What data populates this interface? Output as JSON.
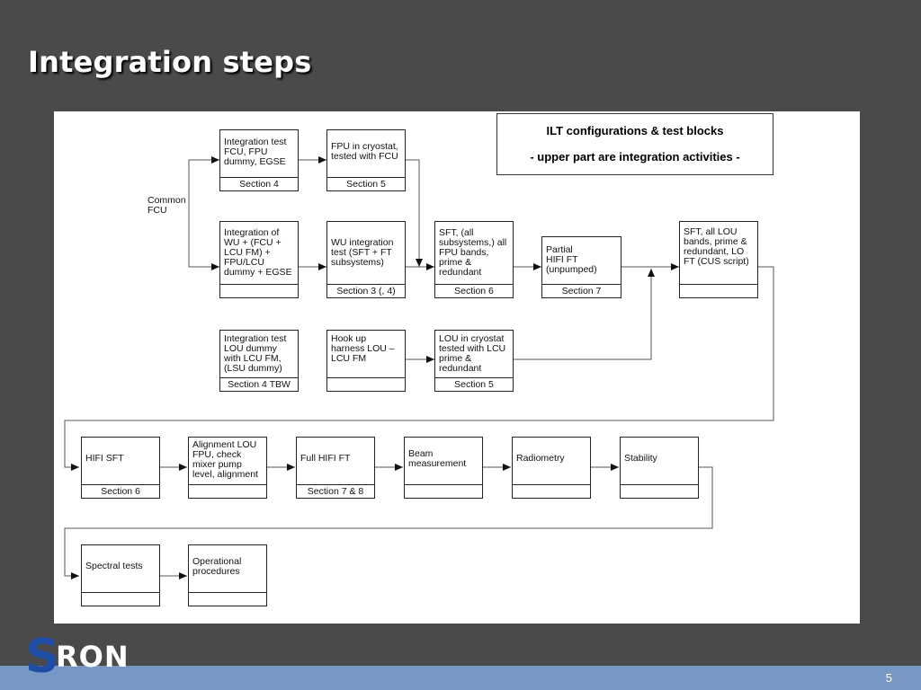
{
  "slide": {
    "title": "Integration steps",
    "page_number": "5"
  },
  "logo": {
    "initial": "S",
    "rest": "RON",
    "full_text": "SRON"
  },
  "legend": {
    "line1": "ILT configurations & test blocks",
    "line2": "- upper part are integration activities -"
  },
  "common_fcu_label": "Common\nFCU",
  "blocks": {
    "int_test_fcu": {
      "text": "Integration test\nFCU, FPU\ndummy, EGSE",
      "section": "Section 4"
    },
    "fpu_in_cryostat": {
      "text": "FPU in cryostat,\ntested with FCU",
      "section": "Section 5"
    },
    "int_wu": {
      "text": "Integration of\nWU + (FCU +\nLCU FM) +\nFPU/LCU\ndummy + EGSE",
      "section": ""
    },
    "wu_int_test": {
      "text": "WU integration\ntest (SFT + FT\nsubsystems)",
      "section": "Section 3 (, 4)"
    },
    "sft_all_subsystems": {
      "text": "SFT, (all\nsubsystems,) all\nFPU bands,\nprime &\nredundant",
      "section": "Section 6"
    },
    "partial_hifi_ft": {
      "text": "Partial\nHIFI FT\n(unpumped)",
      "section": "Section 7"
    },
    "sft_all_lou": {
      "text": "SFT, all LOU\nbands, prime &\nredundant, LO\nFT (CUS script)",
      "section": ""
    },
    "int_test_lou": {
      "text": "Integration test\nLOU dummy\nwith LCU FM,\n(LSU dummy)",
      "section": "Section 4 TBW"
    },
    "hook_up_harness": {
      "text": "Hook up\nharness LOU –\nLCU FM",
      "section": ""
    },
    "lou_in_cryostat": {
      "text": "LOU in cryostat\ntested with LCU\nprime &\nredundant",
      "section": "Section 5"
    },
    "hifi_sft": {
      "text": "HIFI SFT",
      "section": "Section 6"
    },
    "alignment_lou": {
      "text": "Alignment LOU\nFPU, check\nmixer pump\nlevel, alignment",
      "section": ""
    },
    "full_hifi_ft": {
      "text": "Full HIFI FT",
      "section": "Section 7 & 8"
    },
    "beam_measurement": {
      "text": "Beam\nmeasurement",
      "section": ""
    },
    "radiometry": {
      "text": "Radiometry",
      "section": ""
    },
    "stability": {
      "text": "Stability",
      "section": ""
    },
    "spectral_tests": {
      "text": "Spectral tests",
      "section": ""
    },
    "operational_procedures": {
      "text": "Operational\nprocedures",
      "section": ""
    }
  },
  "colors": {
    "background": "#4a4a4a",
    "canvas": "#ffffff",
    "footer_bar": "#7797c4",
    "logo_blue": "#1f4da6",
    "title": "#ffffff"
  }
}
